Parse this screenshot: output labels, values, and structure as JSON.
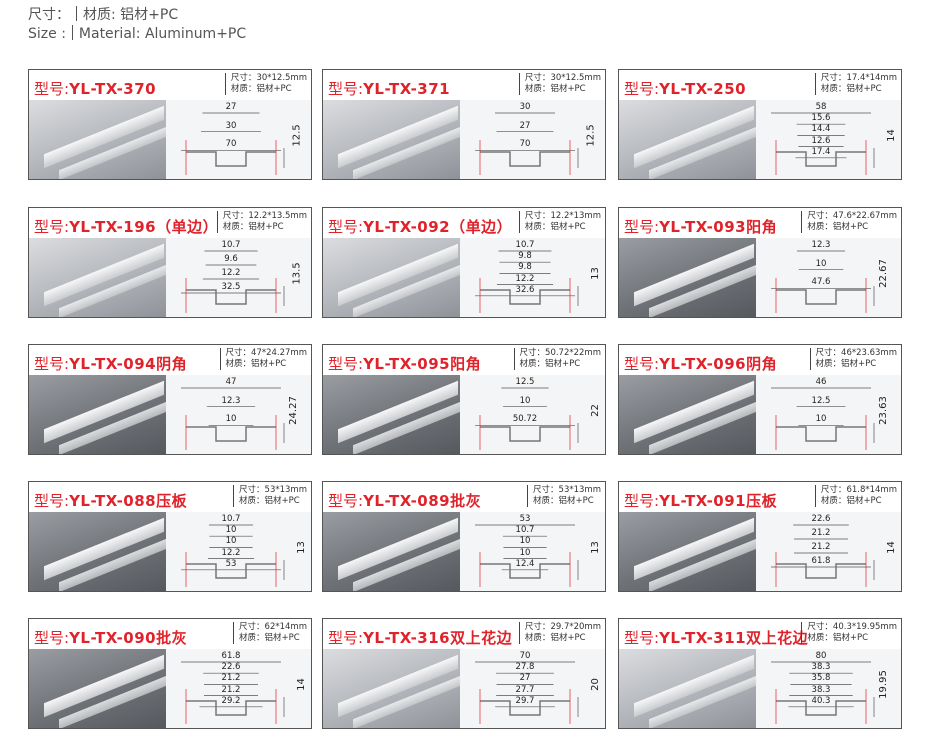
{
  "header": {
    "line1_a": "尺寸：",
    "line1_b": "材质: 铝材+PC",
    "line2_a": "Size :",
    "line2_b": "Material: Aluminum+PC"
  },
  "model_prefix": "型号:",
  "size_label": "尺寸：",
  "material_label": "材质：",
  "material_value": "铝材+PC",
  "products": [
    {
      "model": "YL-TX-370",
      "size": "30*12.5mm",
      "h": [
        "27",
        "30",
        "70"
      ],
      "v": "12.5",
      "dark": false
    },
    {
      "model": "YL-TX-371",
      "size": "30*12.5mm",
      "h": [
        "30",
        "27",
        "70"
      ],
      "v": "12.5",
      "dark": false
    },
    {
      "model": "YL-TX-250",
      "size": "17.4*14mm",
      "h": [
        "58",
        "15.6",
        "14.4",
        "12.6",
        "17.4"
      ],
      "v": "14",
      "dark": false
    },
    {
      "model": "YL-TX-196（单边）",
      "size": "12.2*13.5mm",
      "h": [
        "10.7",
        "9.6",
        "12.2",
        "32.5"
      ],
      "v": "13.5",
      "dark": false
    },
    {
      "model": "YL-TX-092（单边）",
      "size": "12.2*13mm",
      "h": [
        "10.7",
        "9.8",
        "9.8",
        "12.2",
        "32.6"
      ],
      "v": "13",
      "dark": false
    },
    {
      "model": "YL-TX-093阳角",
      "size": "47.6*22.67mm",
      "h": [
        "12.3",
        "10",
        "47.6"
      ],
      "v": "22.67",
      "dark": true
    },
    {
      "model": "YL-TX-094阴角",
      "size": "47*24.27mm",
      "h": [
        "47",
        "12.3",
        "10"
      ],
      "v": "24.27",
      "dark": true
    },
    {
      "model": "YL-TX-095阳角",
      "size": "50.72*22mm",
      "h": [
        "12.5",
        "10",
        "50.72"
      ],
      "v": "22",
      "dark": true
    },
    {
      "model": "YL-TX-096阴角",
      "size": "46*23.63mm",
      "h": [
        "46",
        "12.5",
        "10"
      ],
      "v": "23.63",
      "dark": true
    },
    {
      "model": "YL-TX-088压板",
      "size": "53*13mm",
      "h": [
        "10.7",
        "10",
        "10",
        "12.2",
        "53"
      ],
      "v": "13",
      "dark": true
    },
    {
      "model": "YL-TX-089批灰",
      "size": "53*13mm",
      "h": [
        "53",
        "10.7",
        "10",
        "10",
        "12.4"
      ],
      "v": "13",
      "dark": true
    },
    {
      "model": "YL-TX-091压板",
      "size": "61.8*14mm",
      "h": [
        "22.6",
        "21.2",
        "21.2",
        "61.8"
      ],
      "v": "14",
      "dark": true
    },
    {
      "model": "YL-TX-090批灰",
      "size": "62*14mm",
      "h": [
        "61.8",
        "22.6",
        "21.2",
        "21.2",
        "29.2"
      ],
      "v": "14",
      "dark": true
    },
    {
      "model": "YL-TX-316双上花边",
      "size": "29.7*20mm",
      "h": [
        "70",
        "27.8",
        "27",
        "27.7",
        "29.7"
      ],
      "v": "20",
      "dark": false
    },
    {
      "model": "YL-TX-311双上花边",
      "size": "40.3*19.95mm",
      "h": [
        "80",
        "38.3",
        "35.8",
        "38.3",
        "40.3"
      ],
      "v": "19.95",
      "dark": false
    }
  ]
}
